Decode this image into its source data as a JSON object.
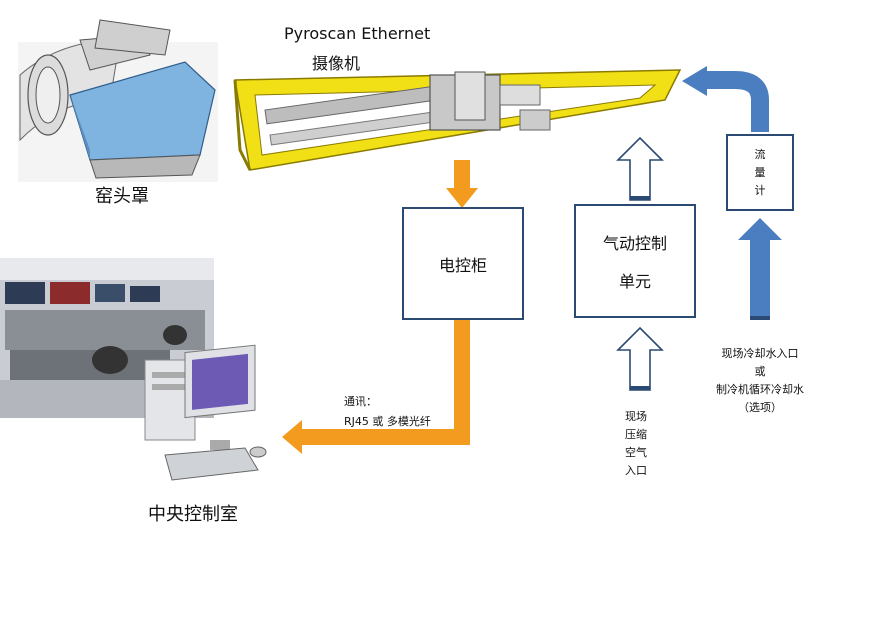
{
  "camera": {
    "title_line1": "Pyroscan Ethernet",
    "title_line2": "摄像机"
  },
  "kiln_hood": {
    "label": "窑头罩"
  },
  "electric_cabinet": {
    "label": "电控柜"
  },
  "pneumatic_unit": {
    "label_line1": "气动控制",
    "label_line2": "单元"
  },
  "flowmeter": {
    "lines": [
      "流",
      "量",
      "计"
    ]
  },
  "comm": {
    "line1": "通讯：",
    "line2": "RJ45 或 多模光纤"
  },
  "air_inlet": {
    "lines": [
      "现场",
      "压缩",
      "空气",
      "入口"
    ]
  },
  "water_inlet": {
    "line1": "现场冷却水入口",
    "line2": "或",
    "line3": "制冷机循环冷却水",
    "line4": "（选项）"
  },
  "control_room": {
    "label": "中央控制室"
  },
  "colors": {
    "box_border": "#2b4a73",
    "orange": "#f29b1e",
    "blue": "#4a7ec0",
    "yellow": "#f2e016"
  }
}
